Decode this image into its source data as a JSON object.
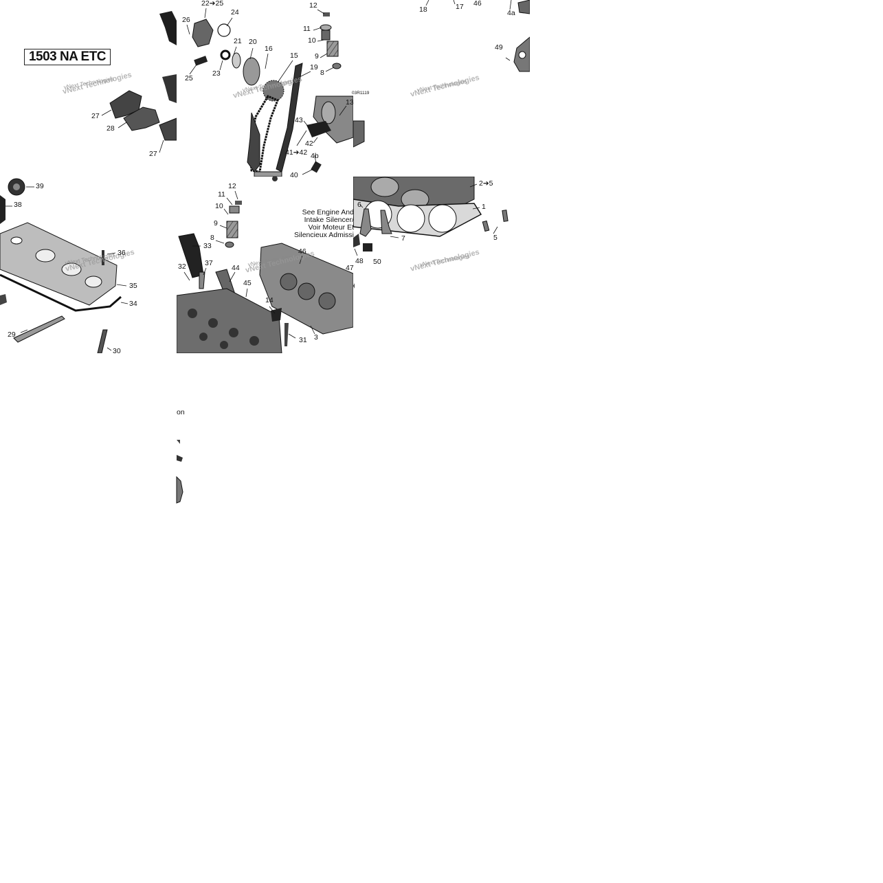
{
  "title": "1503 NA ETC",
  "note": "See Engine And\nIntake Silencer/\nVoir Moteur Et\nSilencieux Admissi",
  "diagram_code": "03R1119",
  "fragment_text": "on",
  "watermark": "vNext Technologies",
  "callouts": [
    {
      "id": "c22",
      "label": "22➔25"
    },
    {
      "id": "c24",
      "label": "24"
    },
    {
      "id": "c26",
      "label": "26"
    },
    {
      "id": "c21",
      "label": "21"
    },
    {
      "id": "c20",
      "label": "20"
    },
    {
      "id": "c16",
      "label": "16"
    },
    {
      "id": "c15",
      "label": "15"
    },
    {
      "id": "c25",
      "label": "25"
    },
    {
      "id": "c23",
      "label": "23"
    },
    {
      "id": "c19",
      "label": "19"
    },
    {
      "id": "c12a",
      "label": "12"
    },
    {
      "id": "c11a",
      "label": "11"
    },
    {
      "id": "c10a",
      "label": "10"
    },
    {
      "id": "c9a",
      "label": "9"
    },
    {
      "id": "c8a",
      "label": "8"
    },
    {
      "id": "c13",
      "label": "13"
    },
    {
      "id": "c43",
      "label": "43"
    },
    {
      "id": "c42",
      "label": "42"
    },
    {
      "id": "c4b",
      "label": "4b"
    },
    {
      "id": "c4142",
      "label": "41➔42"
    },
    {
      "id": "c40",
      "label": "40"
    },
    {
      "id": "c18",
      "label": "18"
    },
    {
      "id": "c17",
      "label": "17"
    },
    {
      "id": "c46top",
      "label": "46"
    },
    {
      "id": "c4a",
      "label": "4a"
    },
    {
      "id": "c49",
      "label": "49"
    },
    {
      "id": "c27a",
      "label": "27"
    },
    {
      "id": "c28",
      "label": "28"
    },
    {
      "id": "c27b",
      "label": "27"
    },
    {
      "id": "c39",
      "label": "39"
    },
    {
      "id": "c38",
      "label": "38"
    },
    {
      "id": "c36",
      "label": "36"
    },
    {
      "id": "c35",
      "label": "35"
    },
    {
      "id": "c34",
      "label": "34"
    },
    {
      "id": "c29",
      "label": "29"
    },
    {
      "id": "c30",
      "label": "30"
    },
    {
      "id": "c12b",
      "label": "12"
    },
    {
      "id": "c11b",
      "label": "11"
    },
    {
      "id": "c10b",
      "label": "10"
    },
    {
      "id": "c9b",
      "label": "9"
    },
    {
      "id": "c8b",
      "label": "8"
    },
    {
      "id": "c33",
      "label": "33"
    },
    {
      "id": "c32",
      "label": "32"
    },
    {
      "id": "c37",
      "label": "37"
    },
    {
      "id": "c44",
      "label": "44"
    },
    {
      "id": "c45",
      "label": "45"
    },
    {
      "id": "c46",
      "label": "46"
    },
    {
      "id": "c14",
      "label": "14"
    },
    {
      "id": "c31",
      "label": "31"
    },
    {
      "id": "c3",
      "label": "3"
    },
    {
      "id": "c47",
      "label": "47"
    },
    {
      "id": "c48",
      "label": "48"
    },
    {
      "id": "c50",
      "label": "50"
    },
    {
      "id": "c6",
      "label": "6"
    },
    {
      "id": "c7",
      "label": "7"
    },
    {
      "id": "c25b",
      "label": "2➔5"
    },
    {
      "id": "c1",
      "label": "1"
    },
    {
      "id": "c5",
      "label": "5"
    }
  ],
  "colors": {
    "line": "#111111",
    "part_dark": "#2a2a2a",
    "part_mid": "#8a8a8a",
    "part_light": "#d6d6d6",
    "watermark": "#8c8c8c"
  }
}
